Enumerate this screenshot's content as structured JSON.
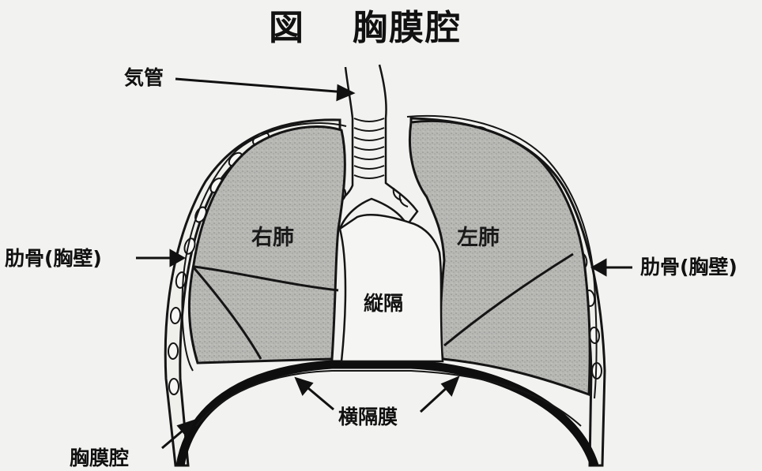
{
  "title": {
    "prefix": "図",
    "main": "胸膜腔"
  },
  "labels": {
    "trachea": "気管",
    "right_lung": "右肺",
    "left_lung": "左肺",
    "mediastinum": "縦隔",
    "rib_left": "肋骨(胸壁)",
    "rib_right": "肋骨(胸壁)",
    "diaphragm": "横隔膜",
    "pleural_cavity": "胸膜腔"
  },
  "colors": {
    "background": "#f2f2f0",
    "lung_fill": "#b9b9b6",
    "line": "#151515"
  }
}
